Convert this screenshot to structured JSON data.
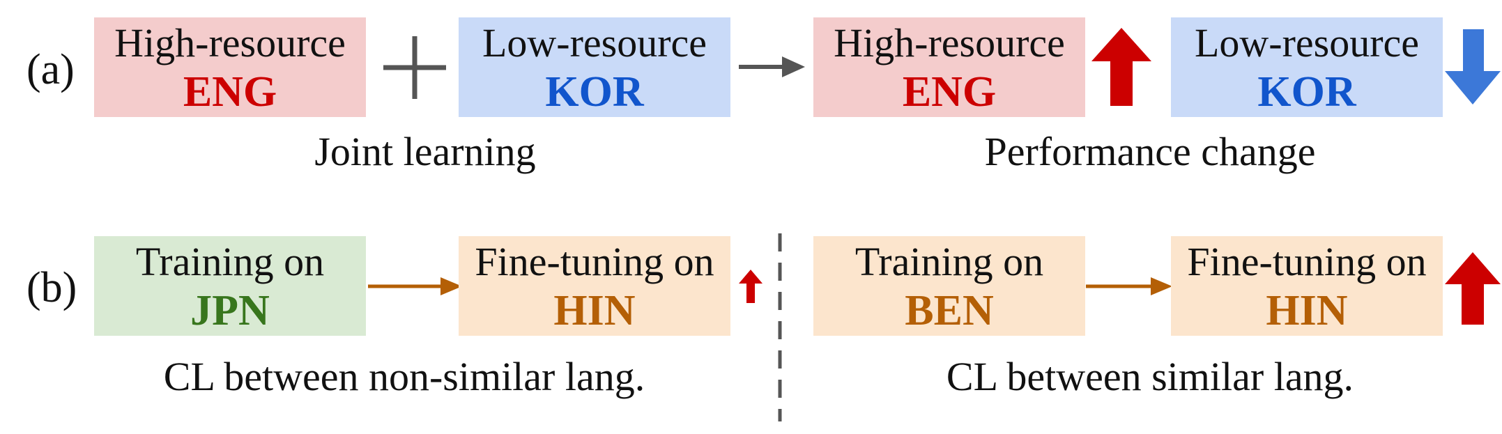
{
  "colors": {
    "pink_box": "#f4cccc",
    "blue_box": "#c9daf8",
    "green_box": "#d9ead3",
    "orange_box": "#fce5cd",
    "red_text": "#cc0000",
    "blue_text": "#1155cc",
    "green_text": "#38761d",
    "orange_text": "#b45f06",
    "gray": "#555555",
    "red_arrow": "#cc0000",
    "blue_arrow": "#3c78d8",
    "orange_arrow": "#b45f06"
  },
  "row_a": {
    "label": "(a)",
    "box1": {
      "title": "High-resource",
      "lang": "ENG"
    },
    "box2": {
      "title": "Low-resource",
      "lang": "KOR"
    },
    "box3": {
      "title": "High-resource",
      "lang": "ENG"
    },
    "box4": {
      "title": "Low-resource",
      "lang": "KOR"
    },
    "caption_left": "Joint learning",
    "caption_right": "Performance change",
    "plus_icon": "plus-icon",
    "arrow_icon": "right-arrow-icon",
    "up_icon": "up-arrow-icon",
    "down_icon": "down-arrow-icon"
  },
  "row_b": {
    "label": "(b)",
    "box1": {
      "title": "Training on",
      "lang": "JPN"
    },
    "box2": {
      "title": "Fine-tuning on",
      "lang": "HIN"
    },
    "box3": {
      "title": "Training on",
      "lang": "BEN"
    },
    "box4": {
      "title": "Fine-tuning on",
      "lang": "HIN"
    },
    "caption_left": "CL between non-similar lang.",
    "caption_right": "CL between similar lang.",
    "small_up_icon": "small-up-arrow-icon",
    "large_up_icon": "large-up-arrow-icon"
  }
}
